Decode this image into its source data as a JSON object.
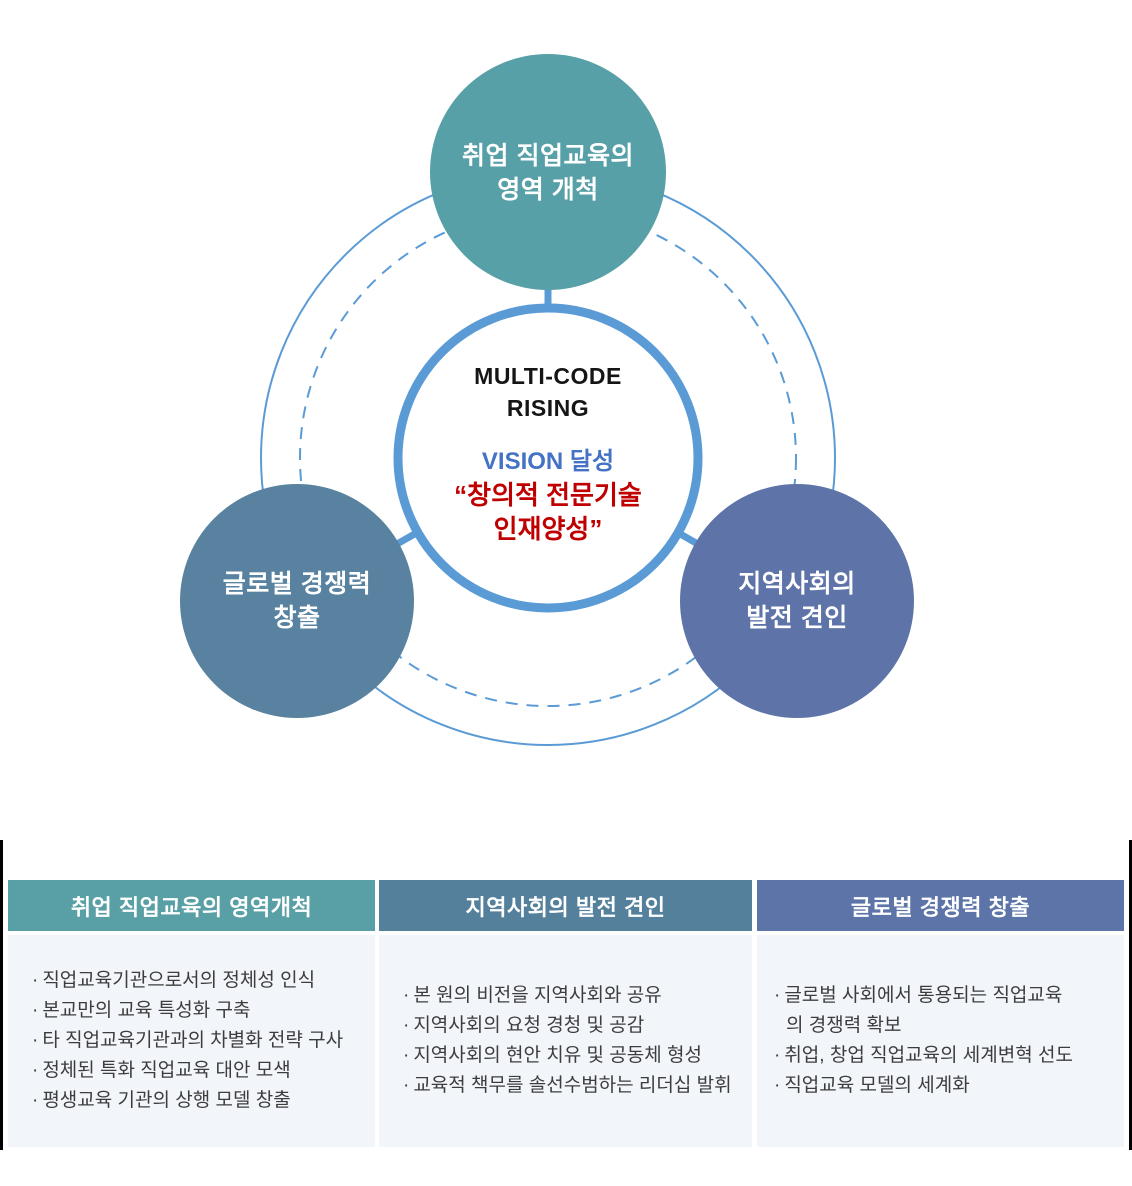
{
  "diagram": {
    "accent": "#5b9bd5",
    "center": {
      "title1": "MULTI-CODE",
      "title2": "RISING",
      "vision": "VISION 달성",
      "vision_color": "#4472c4",
      "quote1": "“창의적 전문기술",
      "quote2": "인재양성”",
      "quote_color": "#c00000"
    },
    "nodes": [
      {
        "id": "top",
        "line1": "취업 직업교육의",
        "line2": "영역 개척",
        "color": "#57a0a7"
      },
      {
        "id": "left",
        "line1": "글로벌 경쟁력",
        "line2": "창출",
        "color": "#58829f"
      },
      {
        "id": "right",
        "line1": "지역사회의",
        "line2": "발전 견인",
        "color": "#5e74a9"
      }
    ]
  },
  "table": {
    "bullet": "·",
    "body_background": "#f2f5fa",
    "columns": [
      {
        "header": "취업 직업교육의 영역개척",
        "header_color": "#58a0a5",
        "items": [
          [
            "직업교육기관으로서의 정체성 인식"
          ],
          [
            "본교만의 교육 특성화 구축"
          ],
          [
            "타 직업교육기관과의 차별화 전략 구사"
          ],
          [
            "정체된 특화 직업교육 대안 모색"
          ],
          [
            "평생교육 기관의 상행 모델 창출"
          ]
        ]
      },
      {
        "header": "지역사회의 발전 견인",
        "header_color": "#54809c",
        "items": [
          [
            "본 원의 비전을 지역사회와 공유"
          ],
          [
            "지역사회의 요청 경청 및 공감"
          ],
          [
            "지역사회의 현안 치유 및 공동체 형성"
          ],
          [
            "교육적 책무를 솔선수범하는 리더십 발휘"
          ]
        ]
      },
      {
        "header": "글로벌 경쟁력 창출",
        "header_color": "#5d74a8",
        "items": [
          [
            "글로벌 사회에서 통용되는 직업교육",
            "의 경쟁력 확보"
          ],
          [
            "취업, 창업 직업교육의 세계변혁 선도"
          ],
          [
            "직업교육 모델의 세계화"
          ]
        ]
      }
    ]
  }
}
